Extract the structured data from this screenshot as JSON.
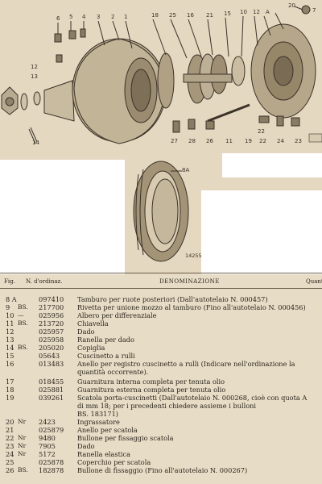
{
  "drawing": {
    "callouts": [
      "6",
      "5",
      "4",
      "3",
      "2",
      "1",
      "12",
      "13",
      "14",
      "18",
      "25",
      "16",
      "21",
      "15",
      "10",
      "12",
      "A",
      "20",
      "7",
      "27",
      "28",
      "26",
      "11",
      "19",
      "22",
      "24",
      "23",
      "22",
      "8A",
      "14255"
    ]
  },
  "header": {
    "fig": "Fig.",
    "num": "N. d'ordinaz.",
    "denominazione": "DENOMINAZIONE",
    "quantita": "Quant"
  },
  "rows": [
    {
      "fig": "8 A",
      "qual": "",
      "code": "097410",
      "desc": "Tamburo per ruote posteriori (Dall'autotelaio N. 000457)"
    },
    {
      "fig": "9",
      "qual": "BS.",
      "code": "217700",
      "desc": "Rivetta per unione mozzo al tamburo (Fino all'autotelaio N. 000456)"
    },
    {
      "fig": "10",
      "qual": "—",
      "code": "025956",
      "desc": "Albero per differenziale"
    },
    {
      "fig": "11",
      "qual": "BS.",
      "code": "213720",
      "desc": "Chiavella"
    },
    {
      "fig": "12",
      "qual": "",
      "code": "025957",
      "desc": "Dado"
    },
    {
      "fig": "13",
      "qual": "",
      "code": "025958",
      "desc": "Ranella per dado"
    },
    {
      "fig": "14",
      "qual": "BS.",
      "code": "205020",
      "desc": "Copiglia"
    },
    {
      "fig": "15",
      "qual": "",
      "code": "05643",
      "desc": "Cuscinetto a rulli"
    },
    {
      "fig": "16",
      "qual": "",
      "code": "013483",
      "desc": "Anello per registro cuscinetto a rulli (Indicare nell'ordinazione la"
    },
    {
      "fig": "",
      "qual": "",
      "code": "",
      "desc": "quantità occorrente)."
    },
    {
      "fig": "17",
      "qual": "",
      "code": "018455",
      "desc": "Guarnitura interna completa per tenuta olio"
    },
    {
      "fig": "18",
      "qual": "",
      "code": "025881",
      "desc": "Guarnitura esterna completa per tenuta olio"
    },
    {
      "fig": "19",
      "qual": "",
      "code": "039261",
      "desc": "Scatola porta-cuscinetti (Dall'autotelaio N. 000268, cioè con quota A"
    },
    {
      "fig": "",
      "qual": "",
      "code": "",
      "desc": "di mm 18; per i precedenti chiedere assieme i bulloni"
    },
    {
      "fig": "",
      "qual": "",
      "code": "",
      "desc": "BS. 183171)"
    },
    {
      "fig": "20",
      "qual": "Nr",
      "code": "2423",
      "desc": "Ingrassatore"
    },
    {
      "fig": "21",
      "qual": "",
      "code": "025879",
      "desc": "Anello per scatola"
    },
    {
      "fig": "22",
      "qual": "Nr",
      "code": "9480",
      "desc": "Bullone per fissaggio scatola"
    },
    {
      "fig": "23",
      "qual": "Nr",
      "code": "7905",
      "desc": "Dado"
    },
    {
      "fig": "24",
      "qual": "Nr",
      "code": "5172",
      "desc": "Ranella elastica"
    },
    {
      "fig": "25",
      "qual": "",
      "code": "025878",
      "desc": "Coperchio per scatola"
    },
    {
      "fig": "26",
      "qual": "BS.",
      "code": "182878",
      "desc": "Bullone di fissaggio (Fino all'autotelaio N. 000267)"
    }
  ]
}
